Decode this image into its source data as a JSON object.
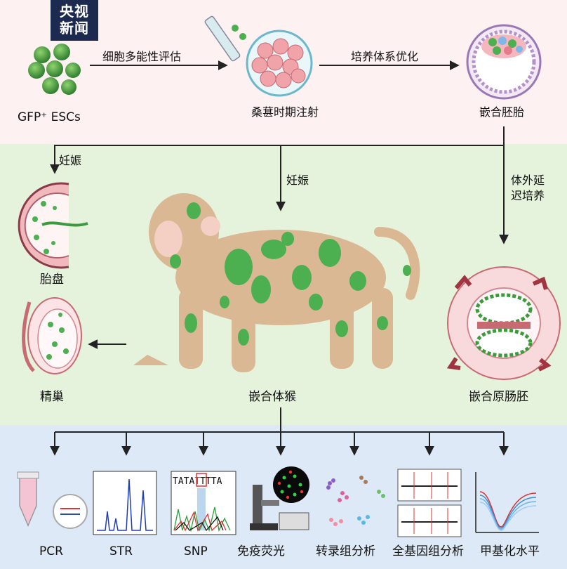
{
  "logo": {
    "line1": "央视",
    "line2": "新闻"
  },
  "stages": {
    "escs": "GFP⁺ ESCs",
    "morula_injection": "桑葚时期注射",
    "chimeric_embryo": "嵌合胚胎",
    "placenta": "胎盘",
    "testis": "精巢",
    "chimeric_monkey": "嵌合体猴",
    "chimeric_gastrula": "嵌合原肠胚"
  },
  "arrows": {
    "pluripotency_eval": "细胞多能性评估",
    "culture_opt": "培养体系优化",
    "pregnancy_left": "妊娠",
    "pregnancy_center": "妊娠",
    "extended_culture_line1": "体外延",
    "extended_culture_line2": "迟培养"
  },
  "assays": [
    {
      "label": "PCR"
    },
    {
      "label": "STR"
    },
    {
      "label": "SNP"
    },
    {
      "label": "免疫荧光"
    },
    {
      "label": "转录组分析"
    },
    {
      "label": "全基因组分析"
    },
    {
      "label": "甲基化水平"
    }
  ],
  "snp_sequence": {
    "before": "TATA",
    "highlight": "T",
    "after": "TTTA"
  },
  "colors": {
    "top_band": "#fdf1f2",
    "mid_band": "#e6f3dc",
    "bottom_band": "#dde9f6",
    "gfp_green": "#4caf50",
    "arrow": "#222222"
  }
}
